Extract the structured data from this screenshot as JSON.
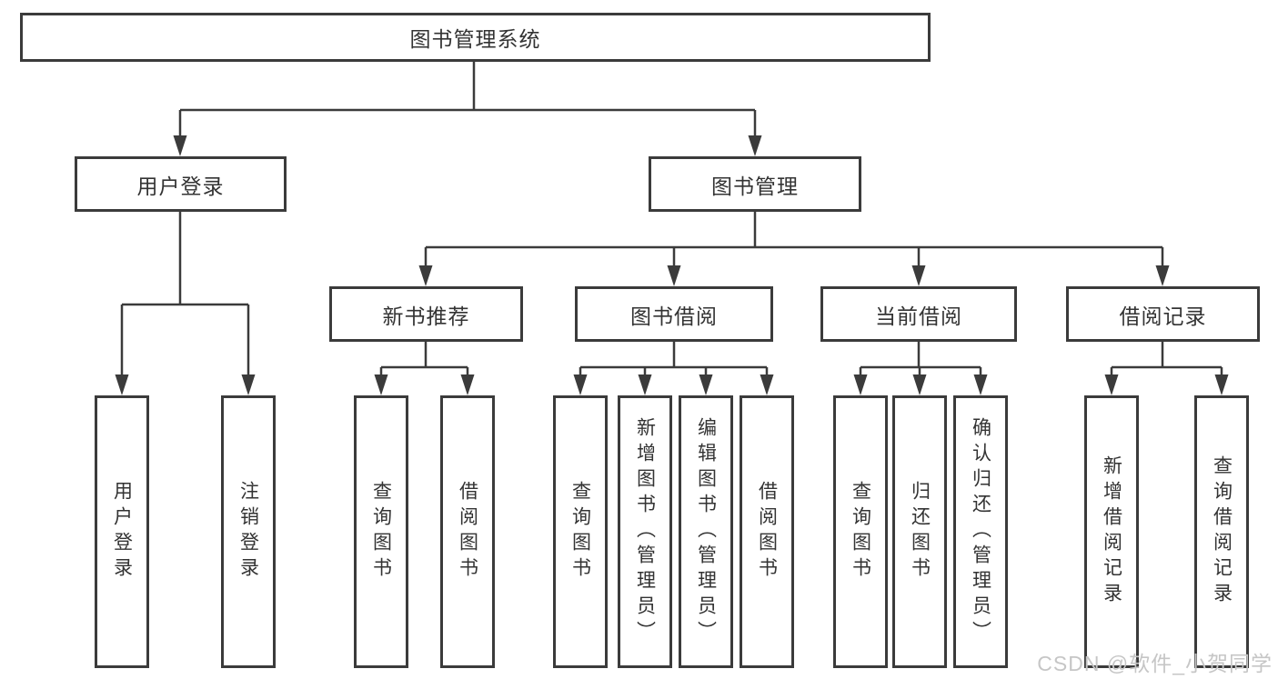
{
  "nodes": {
    "root": "图书管理系统",
    "user_login": "用户登录",
    "book_mgmt": "图书管理",
    "new_book_rec": "新书推荐",
    "book_borrow": "图书借阅",
    "current_borrow": "当前借阅",
    "borrow_records": "借阅记录"
  },
  "leaves": {
    "user_login": [
      "用户登录",
      "注销登录"
    ],
    "new_book_rec": [
      "查询图书",
      "借阅图书"
    ],
    "book_borrow": [
      "查询图书",
      "新增图书（管理员）",
      "编辑图书（管理员）",
      "借阅图书"
    ],
    "current_borrow": [
      "查询图书",
      "归还图书",
      "确认归还（管理员）"
    ],
    "borrow_records": [
      "新增借阅记录",
      "查询借阅记录"
    ]
  },
  "watermark": "CSDN @软件_小贺同学",
  "colors": {
    "line": "#3b3b3b",
    "text": "#333333",
    "watermark": "#c6c6c6",
    "background": "#ffffff"
  }
}
